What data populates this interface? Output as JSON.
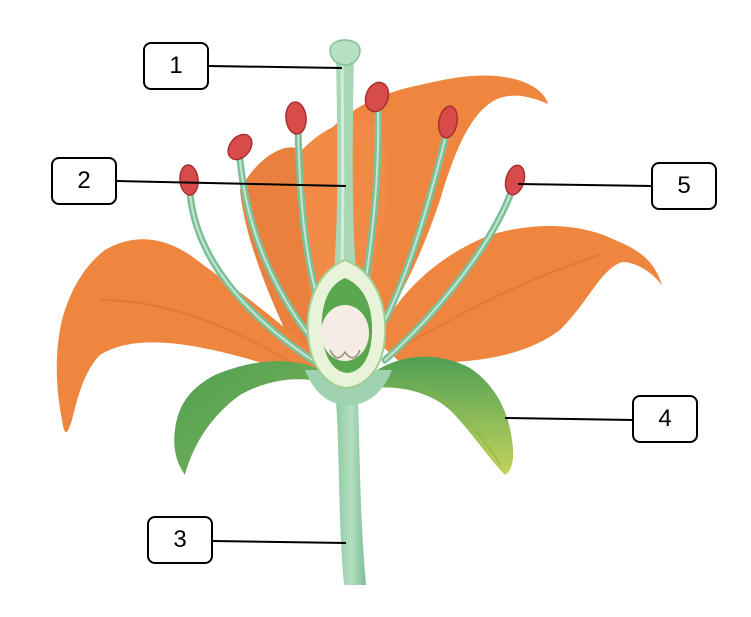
{
  "colors": {
    "petal": "#f0873f",
    "petal_dark": "#d9682a",
    "petal_vein": "#e8763a",
    "stem": "#7cc09a",
    "stem_light": "#b9dfc2",
    "sepal": "#4f9f55",
    "sepal_light": "#b7cf52",
    "anther": "#d84b4b",
    "ovule": "#f3ede6",
    "leader_line": "#000000"
  },
  "labels": [
    {
      "id": "1",
      "text": "1"
    },
    {
      "id": "2",
      "text": "2"
    },
    {
      "id": "3",
      "text": "3"
    },
    {
      "id": "4",
      "text": "4"
    },
    {
      "id": "5",
      "text": "5"
    }
  ]
}
